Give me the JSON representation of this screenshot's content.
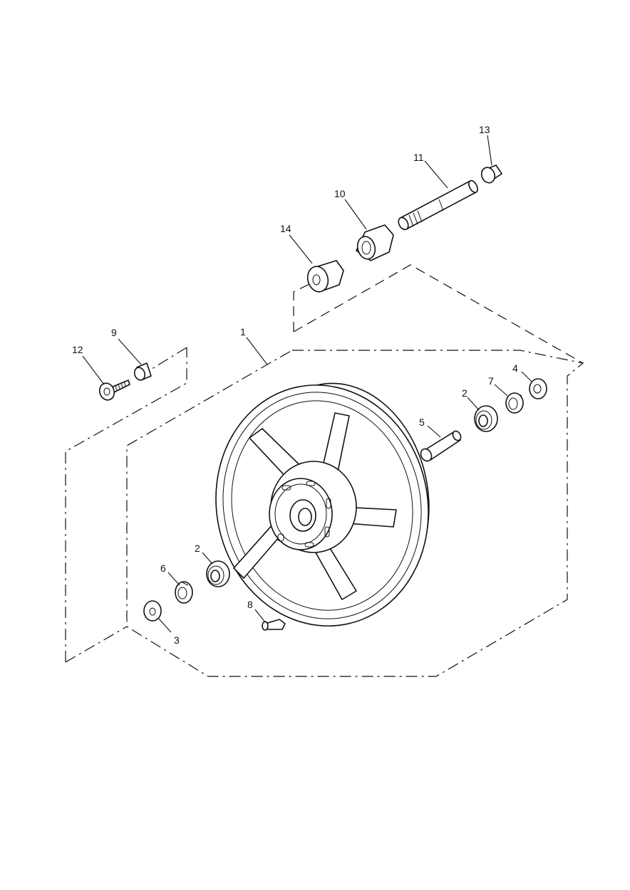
{
  "callouts": [
    {
      "id": "1",
      "label": "1"
    },
    {
      "id": "2a",
      "label": "2"
    },
    {
      "id": "2b",
      "label": "2"
    },
    {
      "id": "3",
      "label": "3"
    },
    {
      "id": "4",
      "label": "4"
    },
    {
      "id": "5",
      "label": "5"
    },
    {
      "id": "6",
      "label": "6"
    },
    {
      "id": "7",
      "label": "7"
    },
    {
      "id": "8",
      "label": "8"
    },
    {
      "id": "9",
      "label": "9"
    },
    {
      "id": "10",
      "label": "10"
    },
    {
      "id": "11",
      "label": "11"
    },
    {
      "id": "12",
      "label": "12"
    },
    {
      "id": "13",
      "label": "13"
    },
    {
      "id": "14",
      "label": "14"
    }
  ]
}
